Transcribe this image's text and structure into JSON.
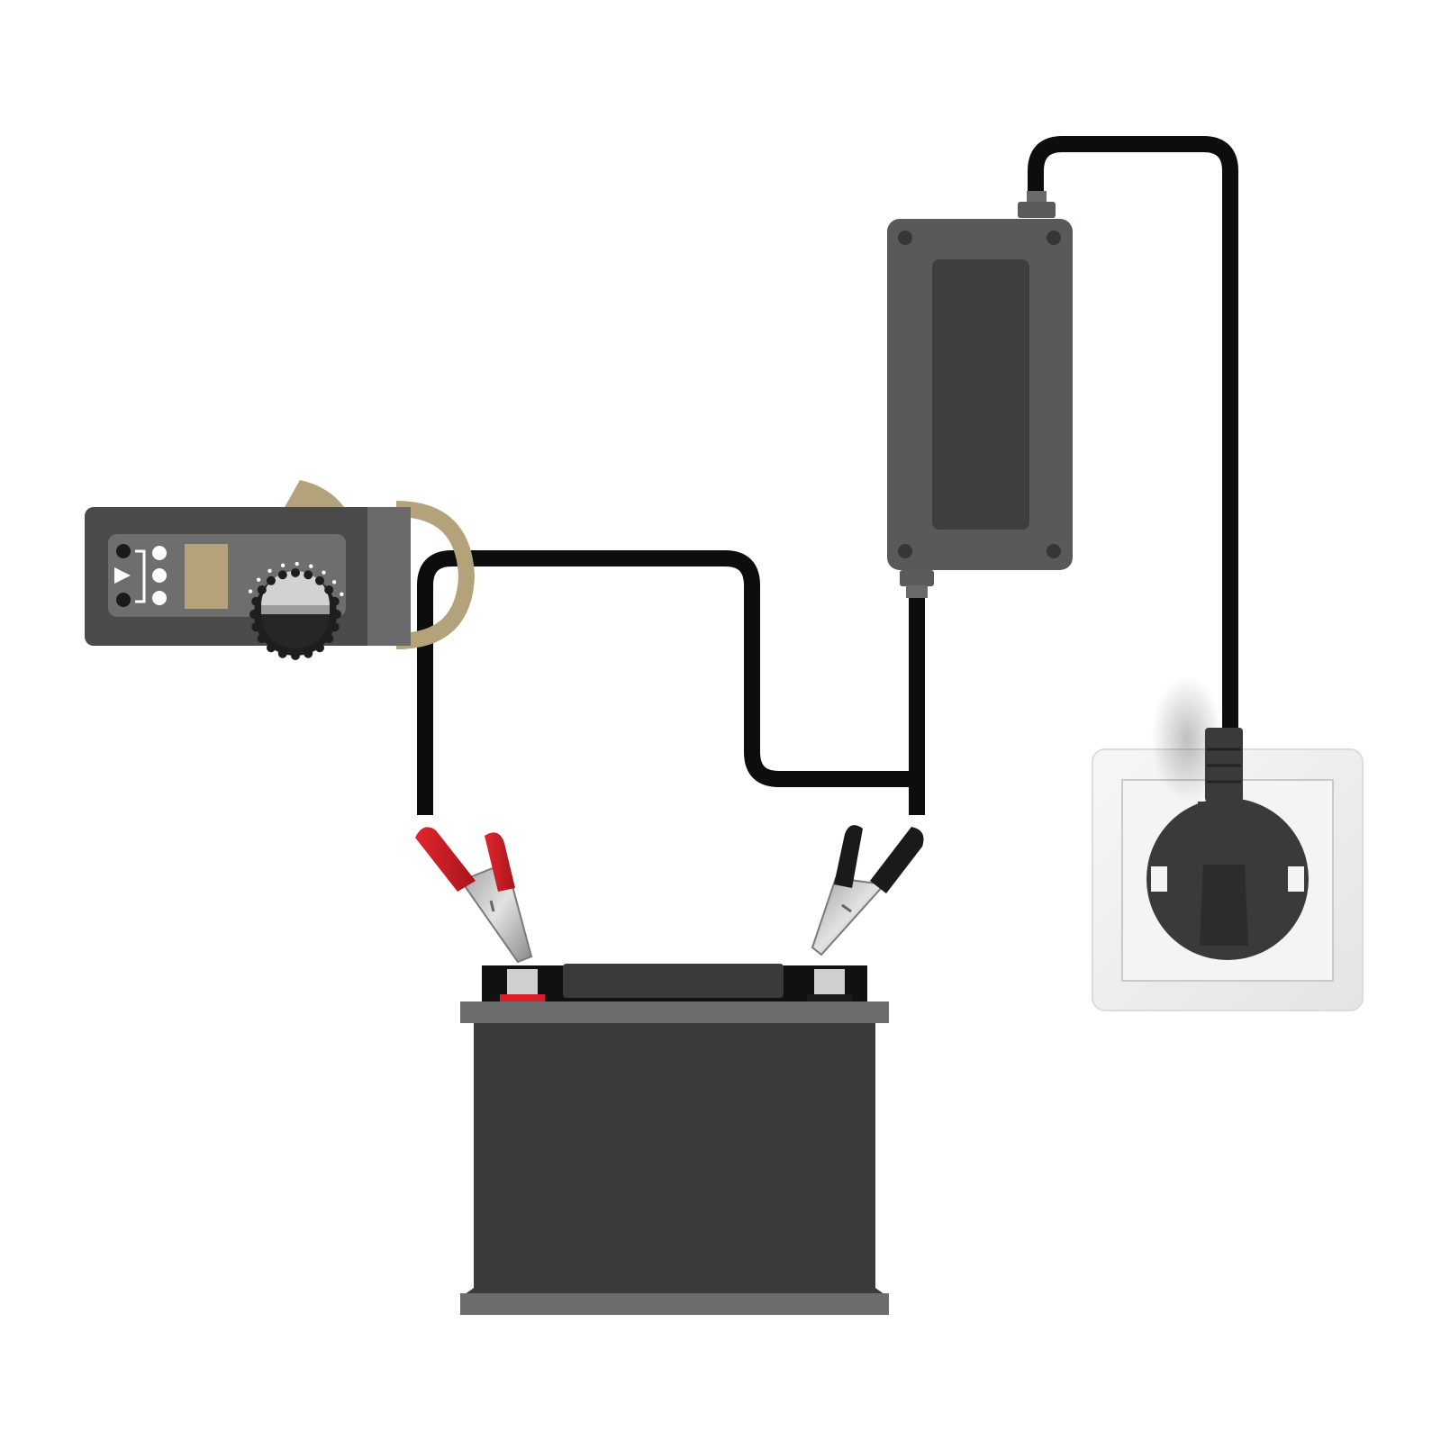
{
  "colors": {
    "background": "#ffffff",
    "cable": "#0d0d0d",
    "battery_body": "#3b3b3b",
    "battery_trim": "#6c6c6c",
    "charger_body": "#58595b",
    "charger_panel": "#3e3e3f",
    "meter_body": "#4a4a4a",
    "meter_jaw": "#b3a27a",
    "clip_red": "#d9202a",
    "clip_black": "#1a1a1a",
    "clip_metal": "#c4c4c4",
    "outlet_frame": "#f2f2f2",
    "plug": "#3a3a3c"
  },
  "components": [
    {
      "id": "clamp-meter",
      "icon": "clamp-meter-icon"
    },
    {
      "id": "charger",
      "icon": "power-adapter-icon"
    },
    {
      "id": "battery",
      "icon": "car-battery-icon"
    },
    {
      "id": "wall-outlet",
      "icon": "schuko-socket-icon"
    },
    {
      "id": "positive-clip",
      "icon": "alligator-clip-red-icon"
    },
    {
      "id": "negative-clip",
      "icon": "alligator-clip-black-icon"
    }
  ]
}
